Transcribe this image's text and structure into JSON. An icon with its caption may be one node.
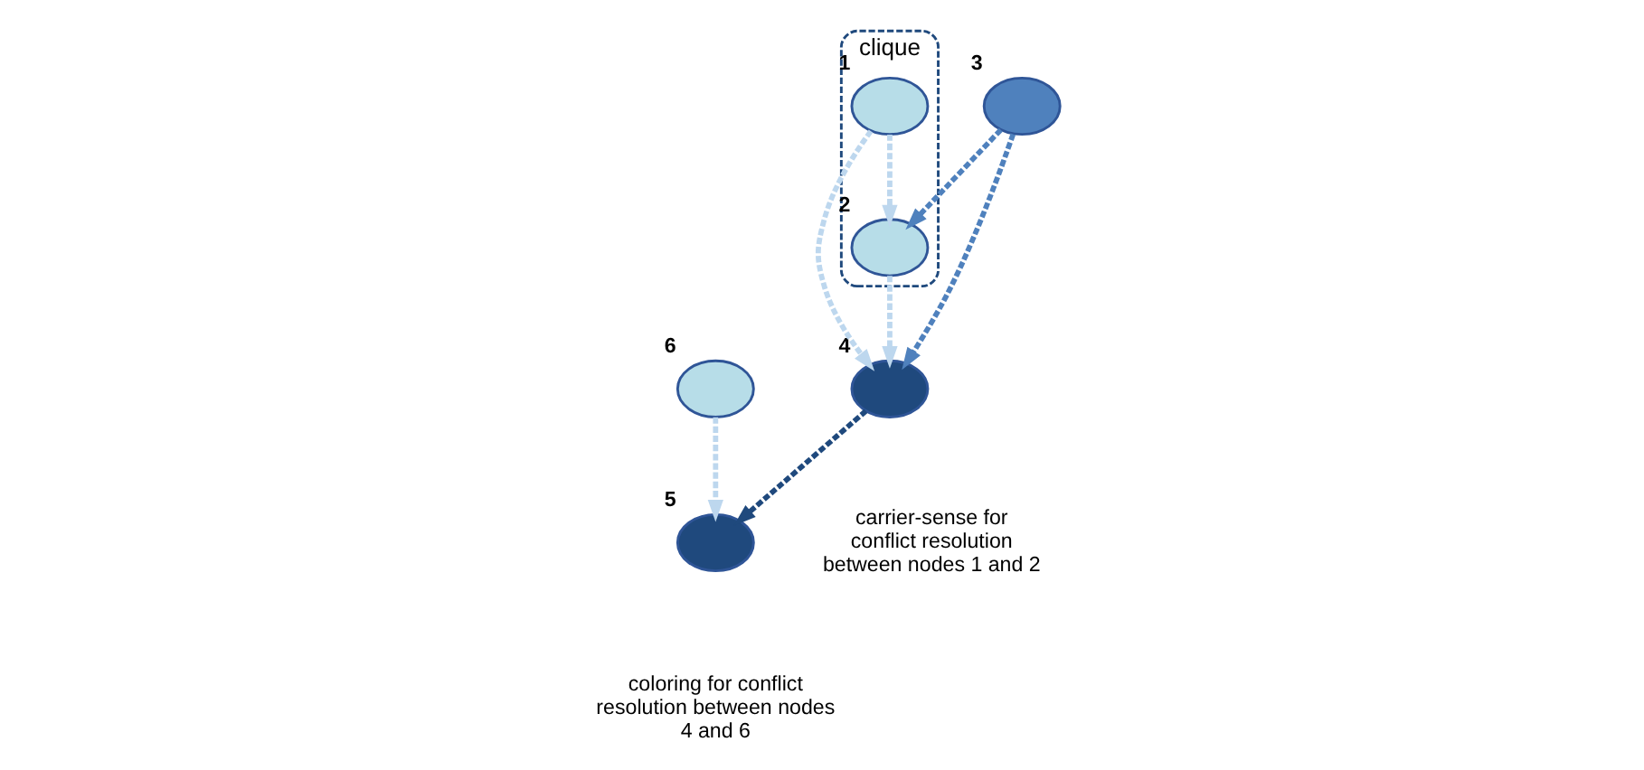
{
  "diagram": {
    "nodes": [
      {
        "text": [
          "clique"
        ]
      },
      {
        "text": [],
        "shape": "circle",
        "beside": [
          "1"
        ],
        "in": 0
      },
      {
        "text": [],
        "shape": "circle",
        "beside": [
          "2"
        ],
        "in": 0
      },
      {
        "text": [],
        "shape": "circle",
        "beside": [
          "3"
        ]
      },
      {
        "text": [],
        "shape": "circle",
        "beside": [
          "4"
        ]
      },
      {
        "text": [],
        "shape": "circle",
        "beside": [
          "5"
        ]
      },
      {
        "text": [],
        "shape": "circle",
        "beside": [
          "6"
        ]
      }
    ],
    "edges": [
      {
        "from": 1,
        "to": 2,
        "arrow": "to",
        "style": "dashed"
      },
      {
        "from": 3,
        "to": 2,
        "arrow": "to",
        "style": "dashed",
        "color": "#4f81bd"
      },
      {
        "from": 2,
        "to": 4,
        "arrow": "to",
        "style": "dashed"
      },
      {
        "from": 1,
        "to": 4,
        "arrow": "to",
        "style": "dashed"
      },
      {
        "from": 3,
        "to": 4,
        "arrow": "to",
        "style": "dashed",
        "color": "#4f81bd"
      },
      {
        "from": 4,
        "to": 5,
        "arrow": "to",
        "style": "dashed",
        "color": "#1f497d"
      },
      {
        "from": 6,
        "to": 5,
        "arrow": "to",
        "style": "dashed"
      }
    ],
    "labels": [
      "carrier-sense for conflict resolution between nodes 1 and 2",
      "coloring for conflict resolution between nodes 4 and 6"
    ]
  }
}
